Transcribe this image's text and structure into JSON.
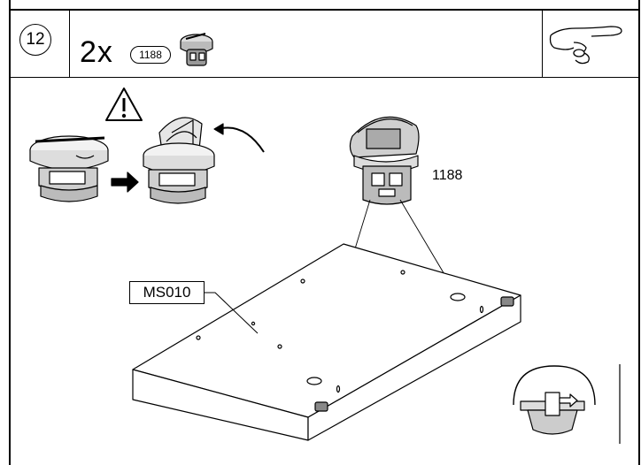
{
  "step": {
    "number": "12"
  },
  "parts": {
    "quantity": "2x",
    "part_code": "1188"
  },
  "callouts": {
    "part_label": "1188",
    "panel_label": "MS010"
  },
  "icons": [
    "warning-icon",
    "hand-icon",
    "arrow-right-icon",
    "rotate-arrow-icon",
    "detail-view-icon"
  ]
}
